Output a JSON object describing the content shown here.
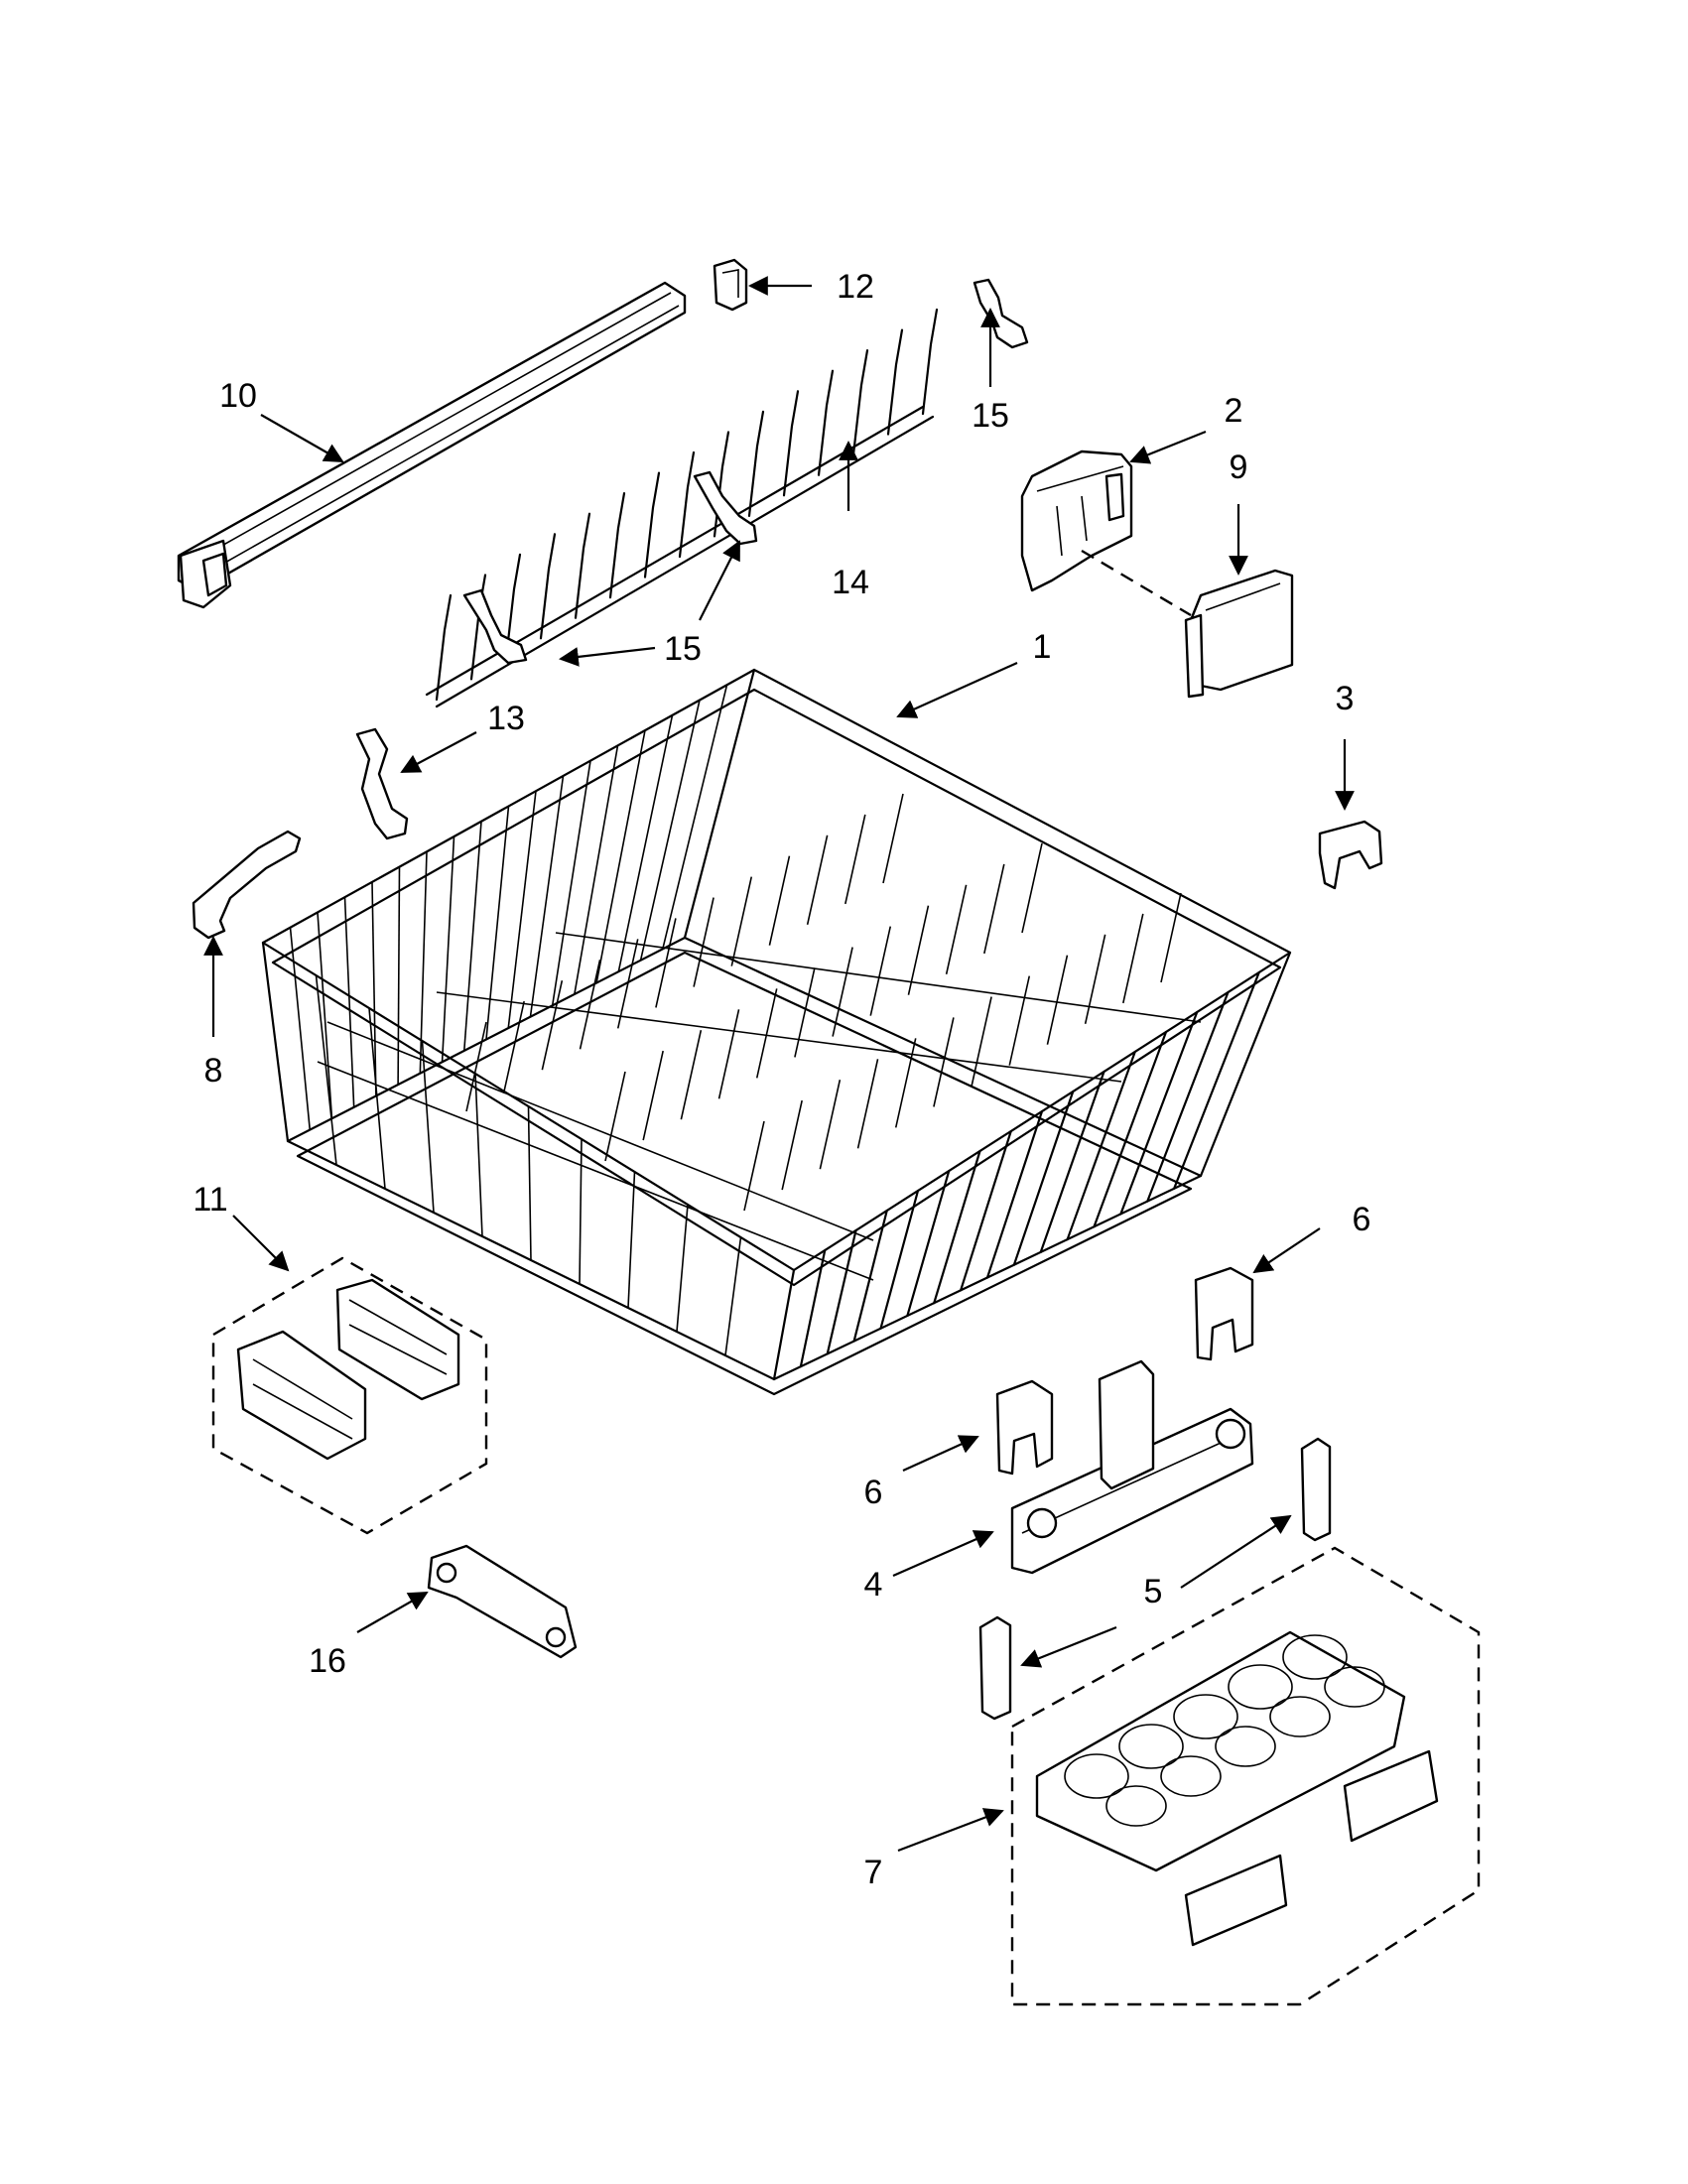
{
  "callouts": [
    {
      "id": "c1",
      "text": "1"
    },
    {
      "id": "c2",
      "text": "2"
    },
    {
      "id": "c3",
      "text": "3"
    },
    {
      "id": "c4",
      "text": "4"
    },
    {
      "id": "c5",
      "text": "5"
    },
    {
      "id": "c6a",
      "text": "6"
    },
    {
      "id": "c6b",
      "text": "6"
    },
    {
      "id": "c7",
      "text": "7"
    },
    {
      "id": "c8",
      "text": "8"
    },
    {
      "id": "c9",
      "text": "9"
    },
    {
      "id": "c10",
      "text": "10"
    },
    {
      "id": "c11",
      "text": "11"
    },
    {
      "id": "c12",
      "text": "12"
    },
    {
      "id": "c13",
      "text": "13"
    },
    {
      "id": "c14",
      "text": "14"
    },
    {
      "id": "c15a",
      "text": "15"
    },
    {
      "id": "c15b",
      "text": "15"
    },
    {
      "id": "c16",
      "text": "16"
    }
  ]
}
